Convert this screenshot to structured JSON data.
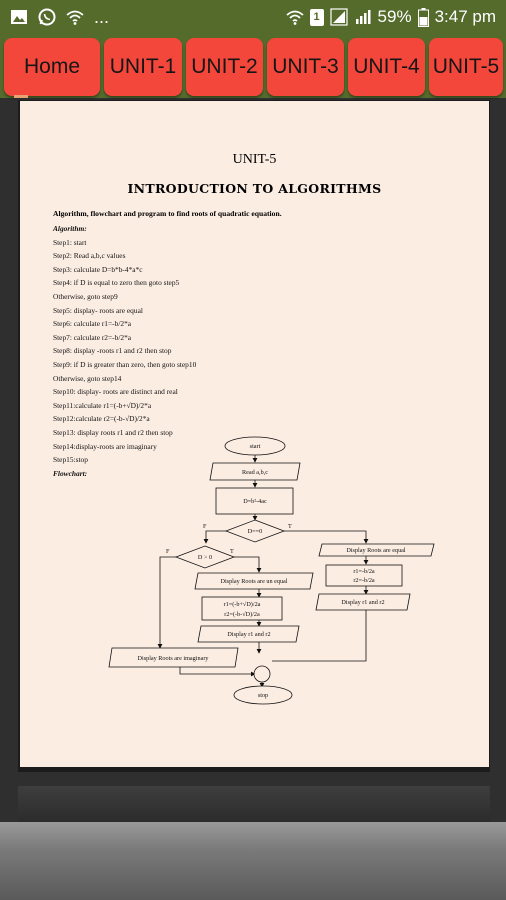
{
  "status_bar": {
    "battery_percent": "59%",
    "time": "3:47 pm",
    "more": "...",
    "sim_badge": "1",
    "icons": [
      "image-icon",
      "whatsapp-icon",
      "wifi-icon",
      "wifi-icon",
      "sim-icon",
      "signal-icon",
      "battery-icon"
    ]
  },
  "tabs": [
    "Home",
    "UNIT-1",
    "UNIT-2",
    "UNIT-3",
    "UNIT-4",
    "UNIT-5"
  ],
  "colors": {
    "tab_bg": "#f4473b",
    "bar_bg": "#546b2c",
    "page_bg": "#fcede3"
  },
  "document": {
    "unit": "UNIT-5",
    "title": "INTRODUCTION TO ALGORITHMS",
    "intro": "Algorithm, flowchart and program to find roots of quadratic equation.",
    "lines": [
      "Algorithm:",
      "Step1:  start",
      "Step2:  Read a,b,c values",
      "Step3:   calculate D=b*b-4*a*c",
      "Step4:  if D is equal to zero then goto step5",
      "Otherwise, goto step9",
      "Step5:  display- roots are equal",
      "Step6:  calculate r1=-b/2*a",
      "Step7:  calculate r2=-b/2*a",
      "Step8:  display -roots r1 and r2 then stop",
      "Step9:  if D is greater than zero, then goto step10",
      "Otherwise, goto step14",
      "Step10: display- roots are distinct and real",
      "Step11:calculate r1=(-b+√D)/2*a",
      "Step12:calculate r2=(-b-√D)/2*a",
      "Step13: display roots r1 and r2 then stop",
      "Step14:display-roots are imaginary",
      "Step15:stop",
      "Flowchart:"
    ],
    "flowchart": {
      "start": "start",
      "read": "Read a,b,c",
      "compute": "D=b²-4ac",
      "cond1": "D==0",
      "cond2": "D > 0",
      "false_label": "F",
      "true_label": "T",
      "equal": "Display Roots are equal",
      "equal_r1": "r1=-b/2a",
      "equal_r2": "r2=-b/2a",
      "equal_out": "Display  r1 and r2",
      "unequal": "Display Roots are un equal",
      "unequal_r1": "r1=(-b+√D)/2a",
      "unequal_r2": "r2=(-b-√D)/2a",
      "unequal_out": "Display  r1 and r2",
      "imaginary": "Display Roots are imaginary",
      "stop": "stop"
    }
  }
}
